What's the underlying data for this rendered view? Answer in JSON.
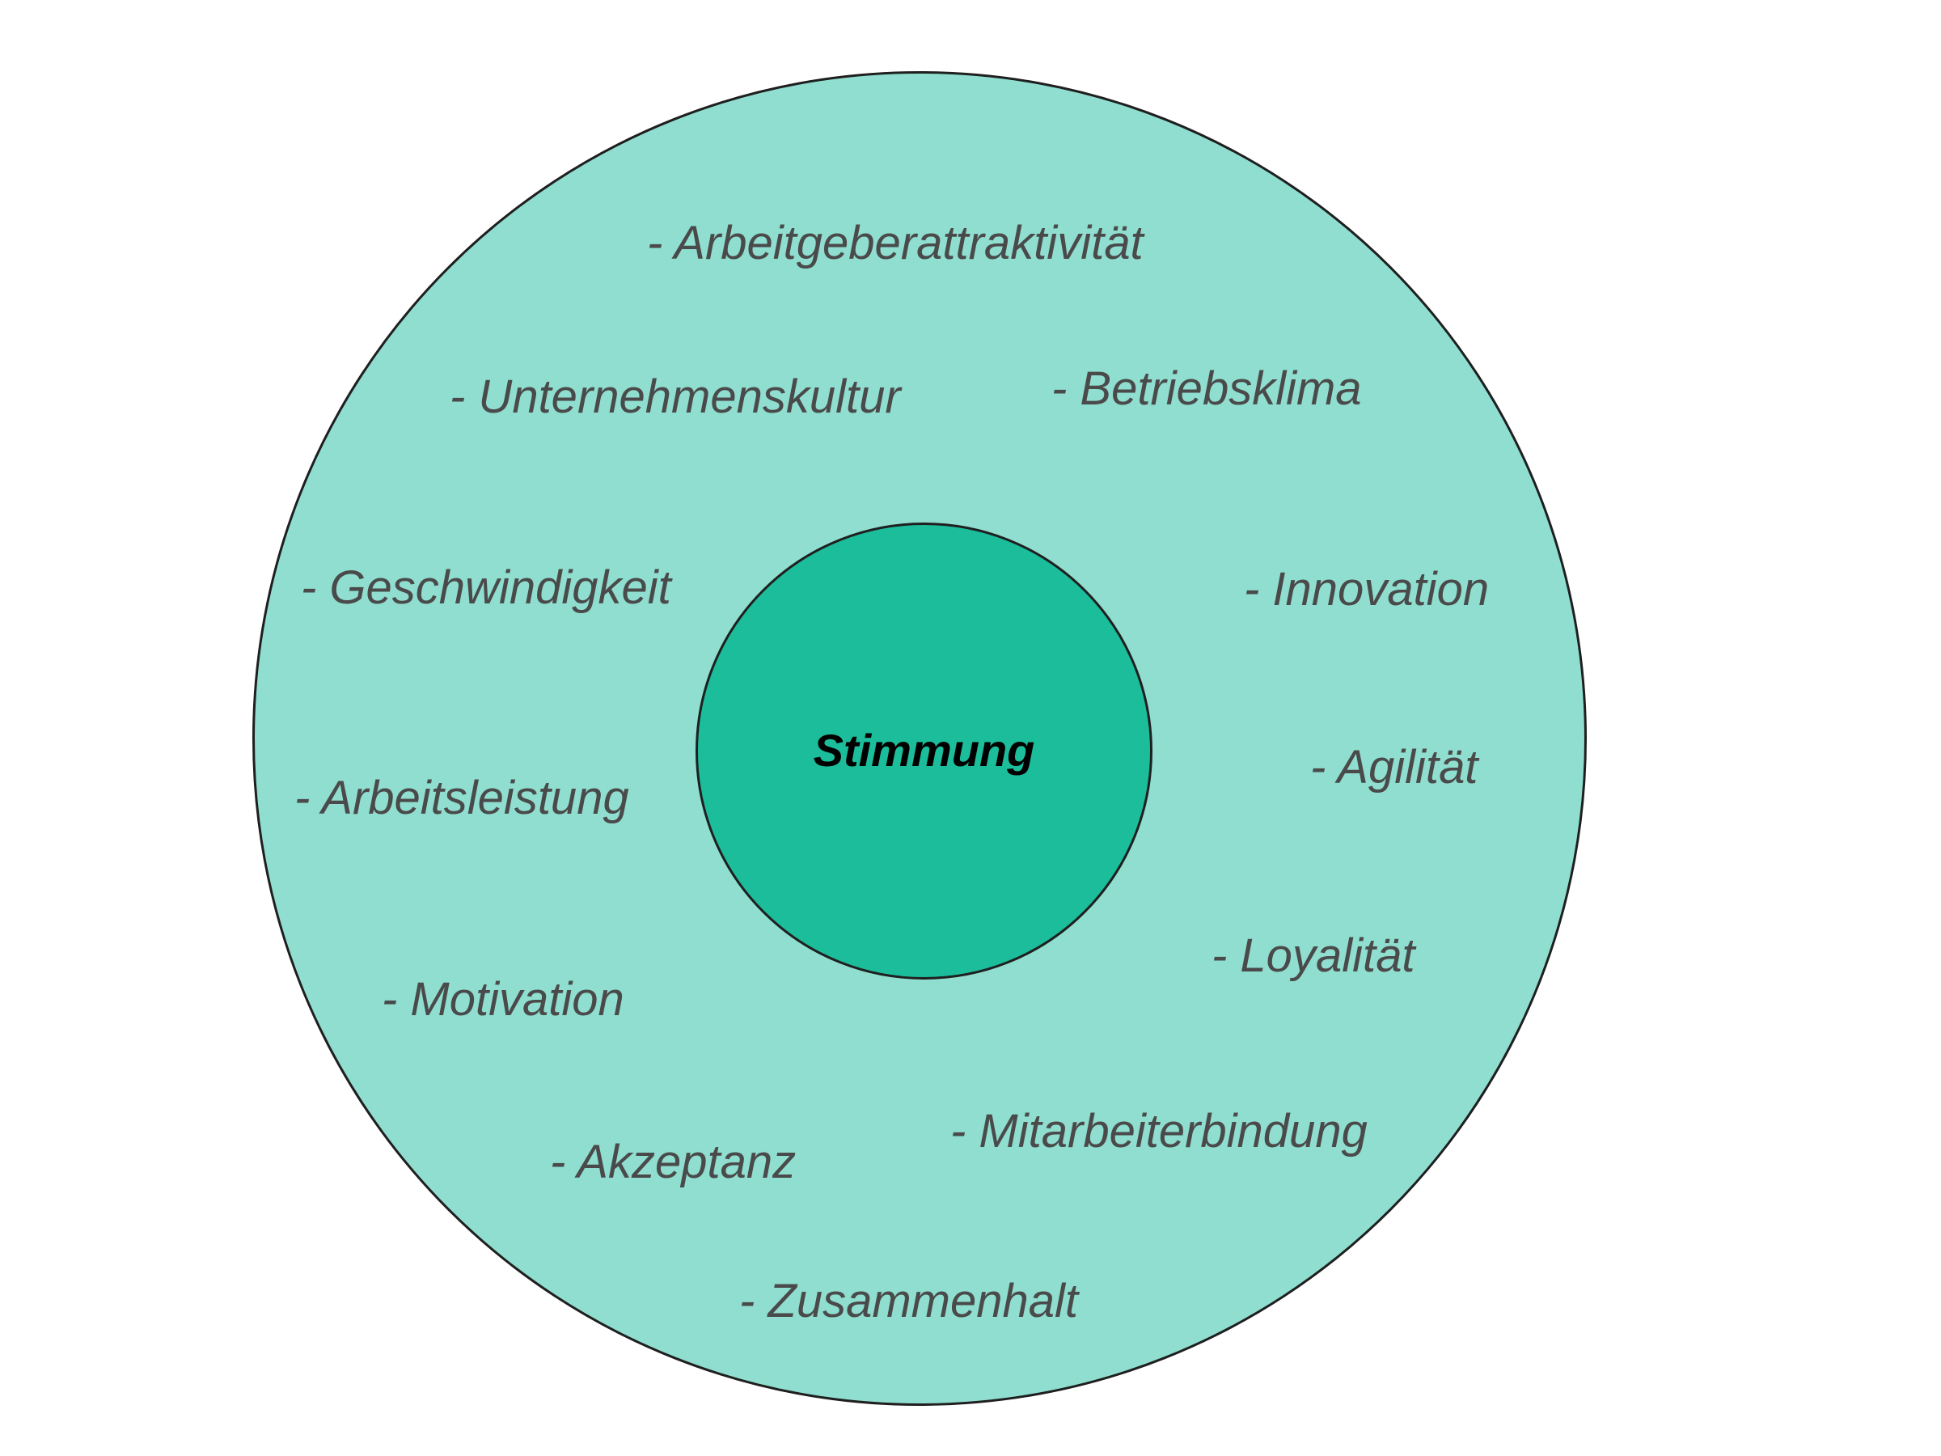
{
  "colors": {
    "outer_fill": "#8fded0",
    "inner_fill": "#1bbd9b",
    "outline": "#1f1f1f",
    "label_text": "#4a4a4a",
    "center_text": "#000000"
  },
  "center": {
    "label": "Stimmung"
  },
  "factors": [
    "- Arbeitgeberattraktivität",
    "- Unternehmenskultur",
    "- Betriebsklima",
    "- Geschwindigkeit",
    "- Innovation",
    "- Arbeitsleistung",
    "- Agilität",
    "- Motivation",
    "- Loyalität",
    "- Mitarbeiterbindung",
    "- Akzeptanz",
    "- Zusammenhalt"
  ]
}
